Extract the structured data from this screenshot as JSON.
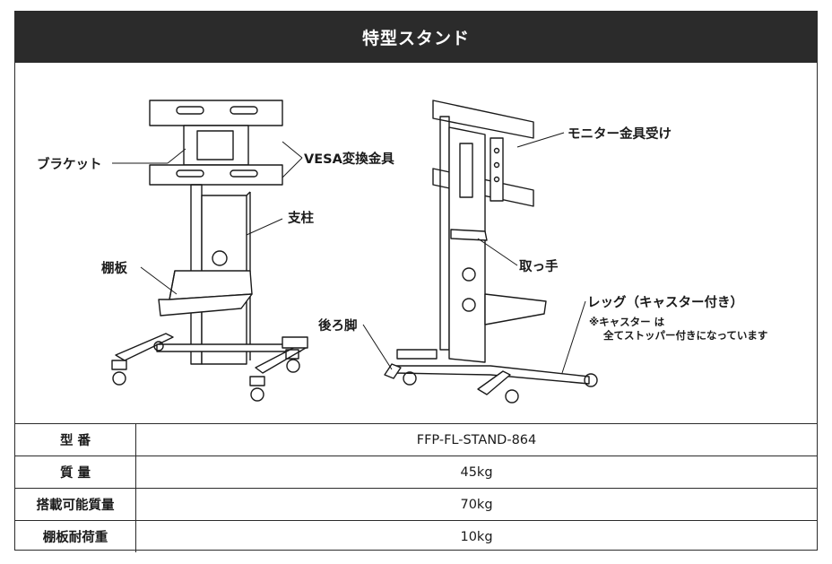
{
  "header": {
    "title": "特型スタンド"
  },
  "labels": {
    "bracket": "ブラケット",
    "vesa": "VESA変換金具",
    "pillar": "支柱",
    "shelf": "棚板",
    "monitor_bracket": "モニター金具受け",
    "handle": "取っ手",
    "rear_leg": "後ろ脚",
    "leg": "レッグ（キャスター付き）",
    "caster_note_1": "※キャスター は",
    "caster_note_2": "全てストッパー付きになっています"
  },
  "specs": [
    {
      "key": "型  番",
      "value": "FFP-FL-STAND-864"
    },
    {
      "key": "質  量",
      "value": "45kg"
    },
    {
      "key": "搭載可能質量",
      "value": "70kg"
    },
    {
      "key": "棚板耐荷重",
      "value": "10kg"
    }
  ],
  "colors": {
    "header_bg": "#2b2b2b",
    "line": "#1a1a1a"
  }
}
